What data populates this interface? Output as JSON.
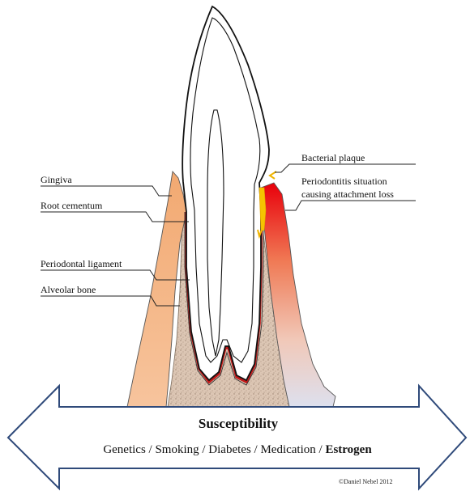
{
  "labels": {
    "gingiva": "Gingiva",
    "root_cementum": "Root cementum",
    "periodontal_ligament": "Periodontal ligament",
    "alveolar_bone": "Alveolar bone",
    "bacterial_plaque": "Bacterial plaque",
    "periodontitis_line1": "Periodontitis situation",
    "periodontitis_line2": "causing attachment loss"
  },
  "arrow": {
    "title": "Susceptibility",
    "factors": [
      {
        "text": "Genetics / Smoking / Diabetes /  Medication / ",
        "bold": false
      },
      {
        "text": "Estrogen",
        "bold": true
      }
    ]
  },
  "copyright": "©Daniel Nebel 2012",
  "colors": {
    "gingiva_healthy": "#f4b183",
    "gingiva_inflamed_top": "#e8000b",
    "gingiva_inflamed_bottom": "#dde0ee",
    "bone": "#d9c2b0",
    "plaque": "#f5c400",
    "arrow_stroke": "#2f4a7a"
  }
}
